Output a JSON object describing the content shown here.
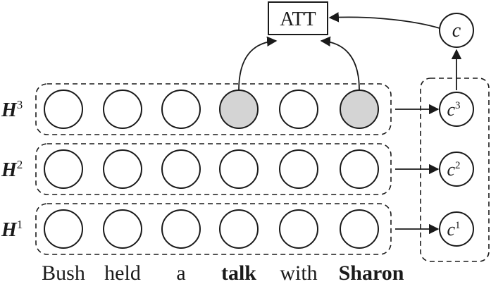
{
  "attention": {
    "label": "ATT"
  },
  "output": {
    "symbol": "c"
  },
  "layers": [
    {
      "base": "H",
      "sup": "3",
      "ctx_base": "c",
      "ctx_sup": "3",
      "active": [
        false,
        false,
        false,
        true,
        false,
        true
      ]
    },
    {
      "base": "H",
      "sup": "2",
      "ctx_base": "c",
      "ctx_sup": "2",
      "active": [
        false,
        false,
        false,
        false,
        false,
        false
      ]
    },
    {
      "base": "H",
      "sup": "1",
      "ctx_base": "c",
      "ctx_sup": "1",
      "active": [
        false,
        false,
        false,
        false,
        false,
        false
      ]
    }
  ],
  "words": [
    {
      "text": "Bush",
      "bold": false
    },
    {
      "text": "held",
      "bold": false
    },
    {
      "text": "a",
      "bold": false
    },
    {
      "text": "talk",
      "bold": true
    },
    {
      "text": "with",
      "bold": false
    },
    {
      "text": "Sharon",
      "bold": true
    }
  ],
  "colors": {
    "node_active": "#d4d4d4",
    "stroke": "#1a1a1a"
  }
}
